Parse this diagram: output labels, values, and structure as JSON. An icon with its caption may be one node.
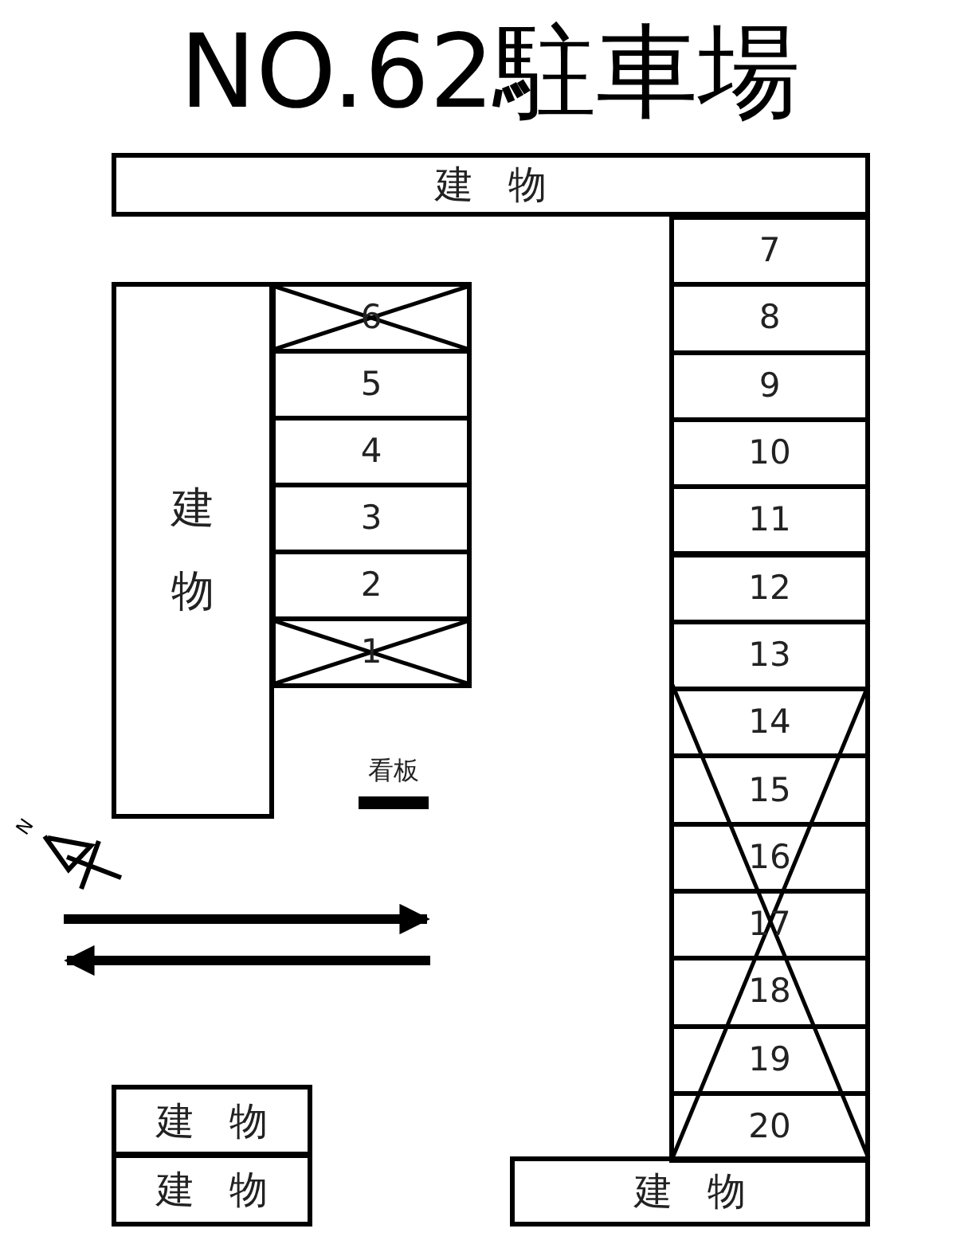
{
  "diagram": {
    "title": "NO.62駐車場",
    "nodes": [
      {
        "text": [
          "建物"
        ]
      },
      {
        "text": [
          "建物"
        ]
      },
      {
        "text": [
          "6"
        ]
      },
      {
        "text": [
          "5"
        ]
      },
      {
        "text": [
          "4"
        ]
      },
      {
        "text": [
          "3"
        ]
      },
      {
        "text": [
          "2"
        ]
      },
      {
        "text": [
          "1"
        ]
      },
      {
        "text": [
          "7"
        ]
      },
      {
        "text": [
          "8"
        ]
      },
      {
        "text": [
          "9"
        ]
      },
      {
        "text": [
          "10"
        ]
      },
      {
        "text": [
          "11"
        ]
      },
      {
        "text": [
          "12"
        ]
      },
      {
        "text": [
          "13"
        ]
      },
      {
        "text": [
          "14"
        ]
      },
      {
        "text": [
          "15"
        ]
      },
      {
        "text": [
          "16"
        ]
      },
      {
        "text": [
          "17"
        ]
      },
      {
        "text": [
          "18"
        ]
      },
      {
        "text": [
          "19"
        ]
      },
      {
        "text": [
          "20"
        ]
      },
      {
        "text": [
          "建物"
        ]
      },
      {
        "text": [
          "建物"
        ]
      },
      {
        "text": [
          "建物"
        ]
      },
      {
        "text": [
          "看板"
        ]
      }
    ],
    "edges": [],
    "labels": [
      "N"
    ]
  }
}
